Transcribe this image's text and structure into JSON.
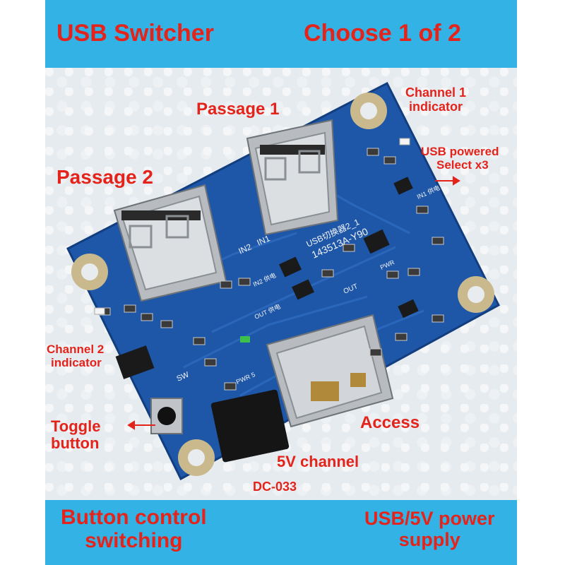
{
  "header": {
    "left": "USB Switcher",
    "right": "Choose 1 of 2"
  },
  "footer": {
    "left_line1": "Button control",
    "left_line2": "switching",
    "right_line1": "USB/5V power",
    "right_line2": "supply"
  },
  "annotations": {
    "passage1": "Passage 1",
    "passage2": "Passage 2",
    "channel1_line1": "Channel 1",
    "channel1_line2": "indicator",
    "usb_powered_line1": "USB powered",
    "usb_powered_line2": "Select x3",
    "channel2_line1": "Channel 2",
    "channel2_line2": "indicator",
    "toggle_line1": "Toggle",
    "toggle_line2": "button",
    "access": "Access",
    "fivev": "5V channel",
    "dc": "DC-033"
  },
  "silkscreen": {
    "title": "USB切换器2_1",
    "part": "143513A-Y90",
    "in2": "IN2",
    "in1": "IN1",
    "in1_power": "IN1 供电",
    "in2_power": "IN2 供电",
    "out_power": "OUT 供电",
    "out": "OUT",
    "pwr": "PWR",
    "pwr5": "PWR 5",
    "sw": "SW"
  },
  "colors": {
    "band": "#33b2e6",
    "text": "#e4231b",
    "pcb": "#1f57a8"
  }
}
